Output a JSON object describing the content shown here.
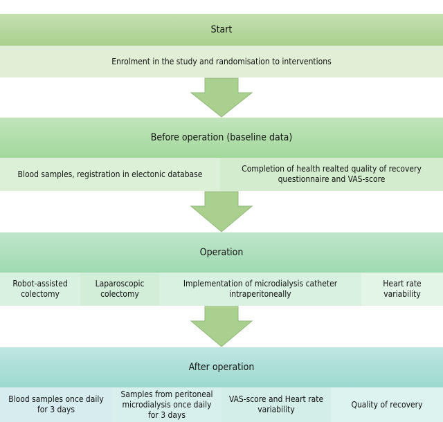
{
  "stages": {
    "start": {
      "title": "Start",
      "detail": "Enrolment in the study and randomisation to interventions"
    },
    "before": {
      "title": "Before operation (baseline data)",
      "items": [
        "Blood samples, registration in electonic database",
        "Completion of health realted quality of recovery questionnaire and VAS-score"
      ]
    },
    "operation": {
      "title": "Operation",
      "items": [
        "Robot-assisted colectomy",
        "Laparoscopic colectomy",
        "Implementation of microdialysis catheter intraperitoneally",
        "Heart rate variability"
      ]
    },
    "after": {
      "title": "After operation",
      "items": [
        "Blood samples once daily for 3 days",
        "Samples from peritoneal microdialysis once daily for 3 days",
        "VAS-score and Heart rate variability",
        "Quality of recovery"
      ]
    }
  },
  "colors": {
    "arrow": "#a9d08e",
    "arrow_stroke": "#8fb879"
  }
}
